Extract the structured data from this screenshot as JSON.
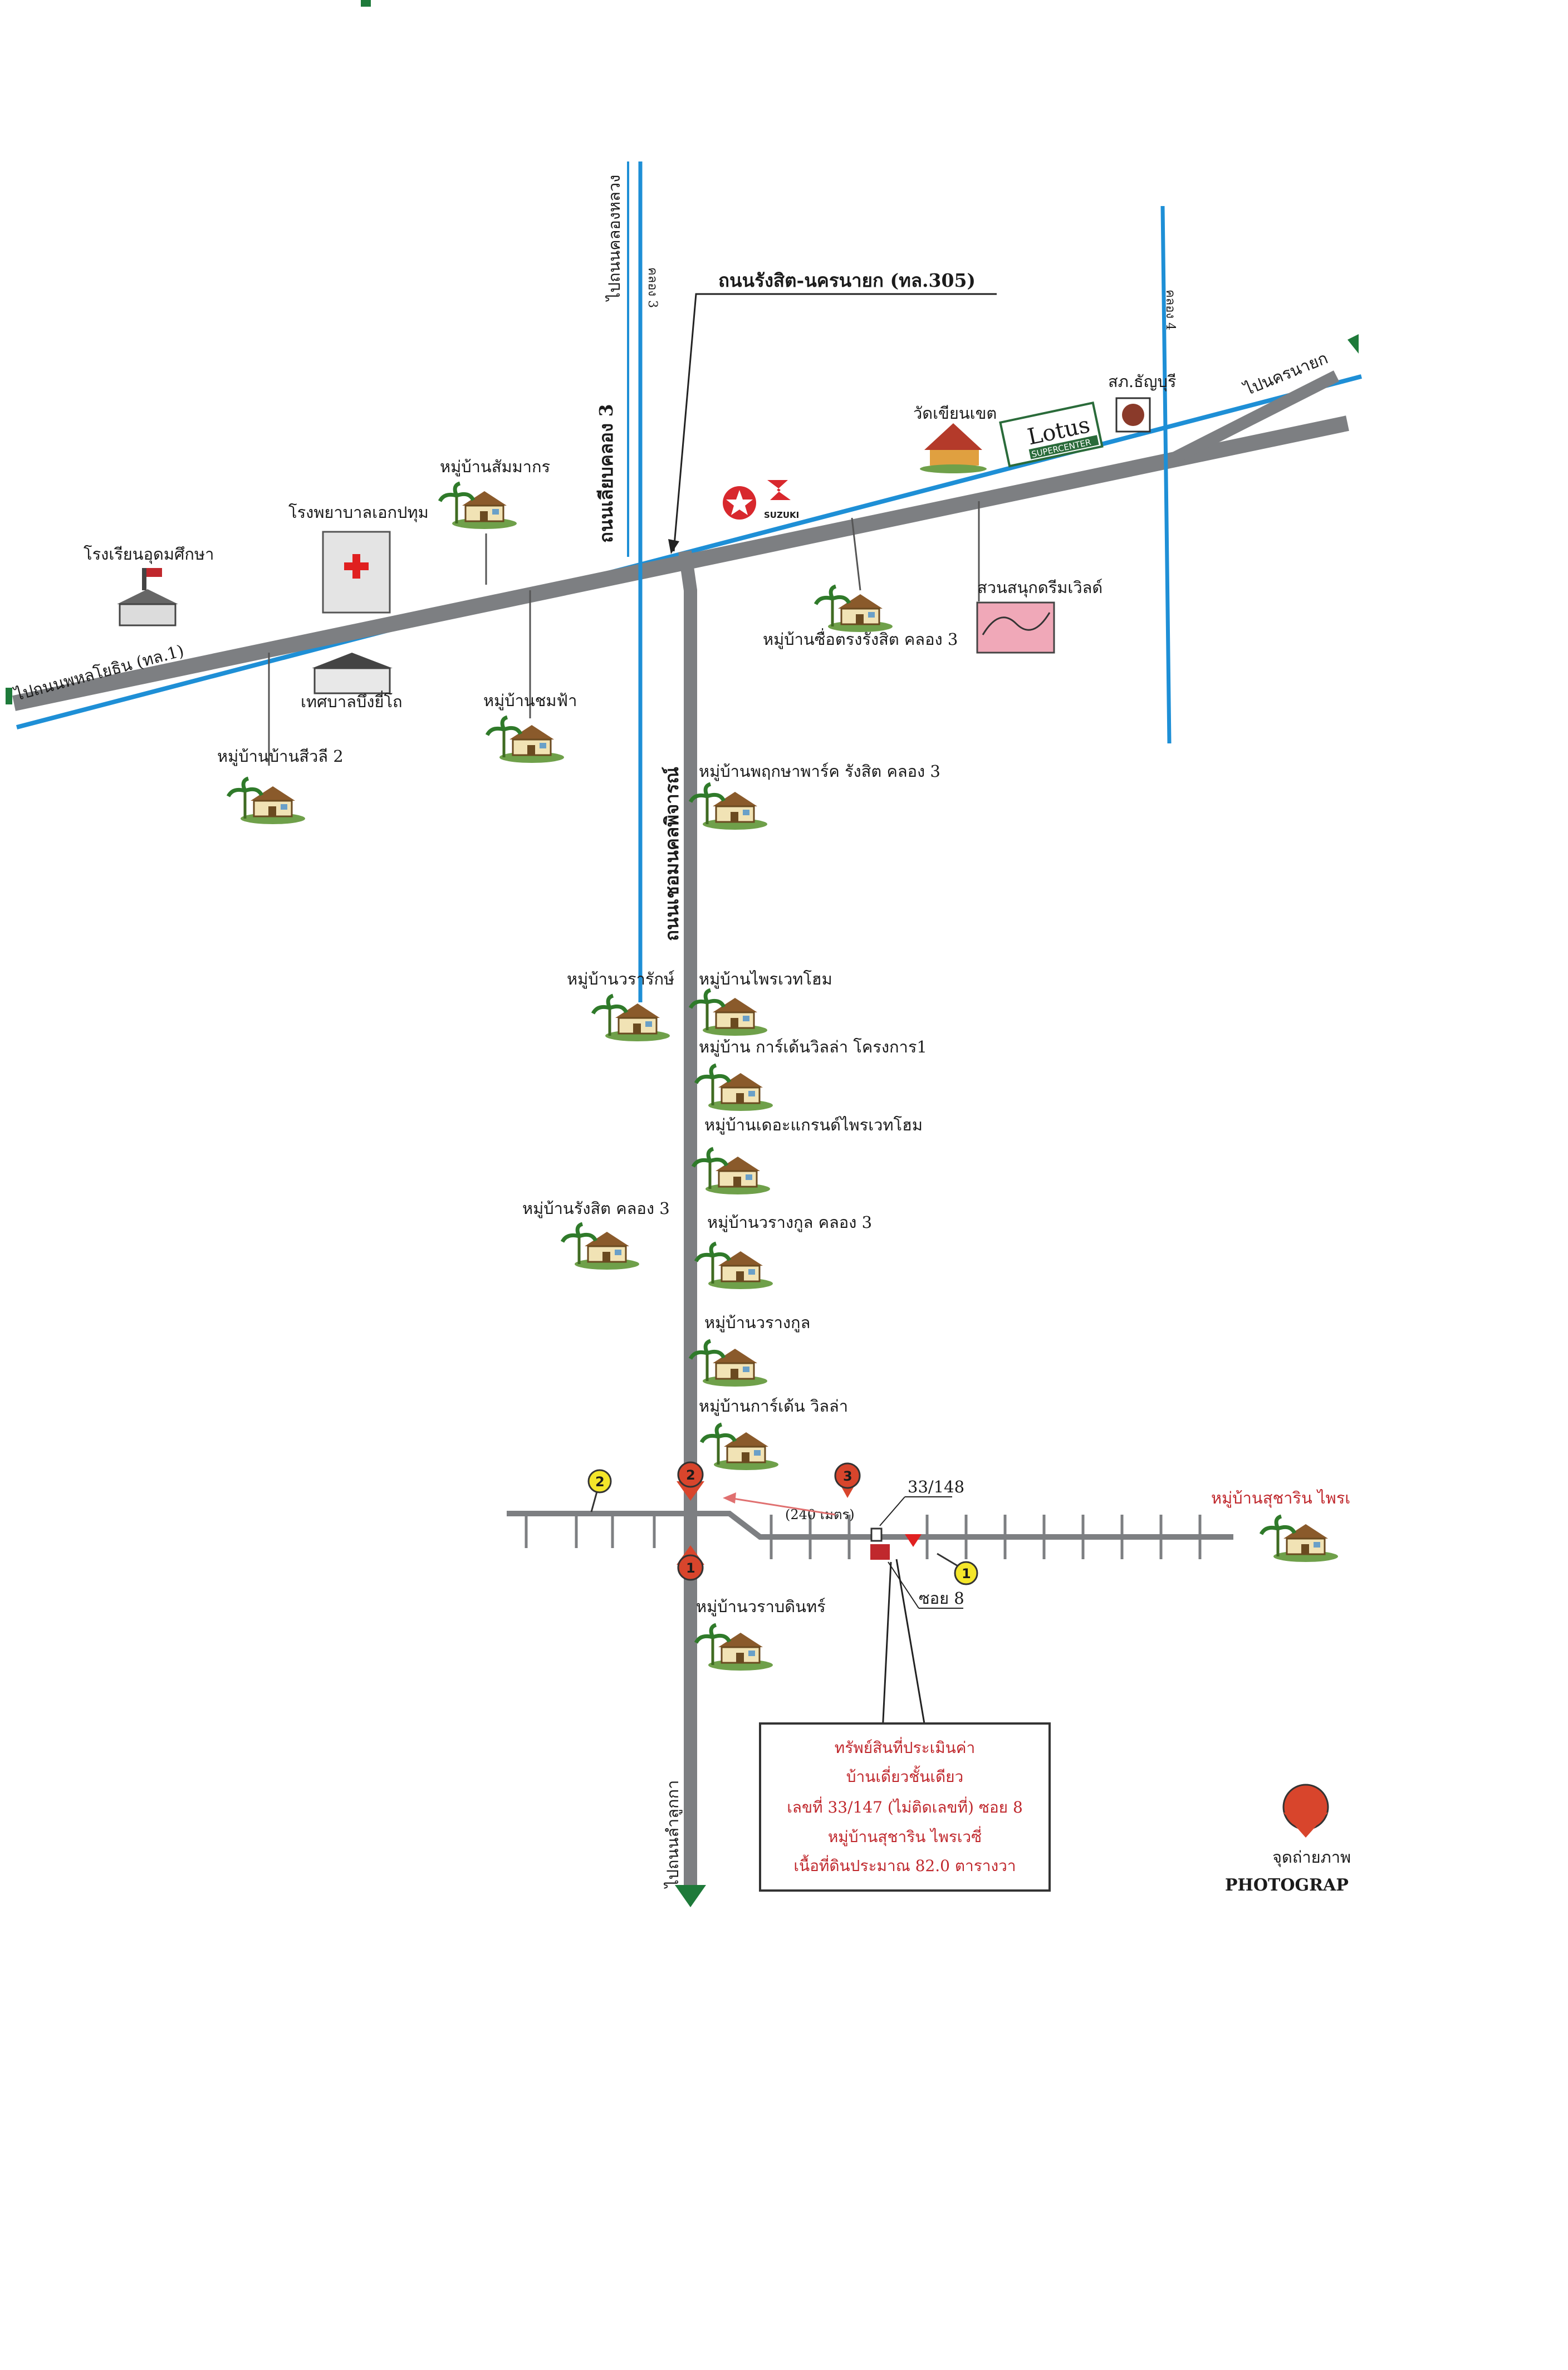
{
  "map": {
    "roads": {
      "main_road_label": "ถนนรังสิต-นครนายก (ทล.305)",
      "to_phahonyothin": "ไปถนนพหลโยธิน (ทล.1)",
      "to_nakhon_nayok": "ไปนครนายก",
      "to_khlong_luang": "ไปถนนคลองหลวง",
      "khlong_road": "ถนนเลียบคลอง 3",
      "khlong_3": "คลอง 3",
      "khlong_4": "คลอง 4",
      "lam_luk_ka_road": "ถนนเชอมนคลพิจารณ์",
      "to_lam_luk_ka": "ไปถนนลำลูกกา",
      "soi_8": "ซอย 8",
      "distance": "(240 เมตร)",
      "house_no": "33/148"
    },
    "places": {
      "school": "โรงเรียนอุดมศึกษา",
      "hospital": "โรงพยาบาลเอกปทุม",
      "municipality": "เทศบาลบึงยี่โถ",
      "sammakorn": "หมู่บ้านสัมมากร",
      "chomfa": "หมู่บ้านชมฟ้า",
      "ban_suan_lee_2": "หมู่บ้านบ้านสีวลี 2",
      "wat_khian_khet": "วัดเขียนเขต",
      "police": "สภ.ธัญบุรี",
      "lotus_brand": "Lotus",
      "lotus_sub": "SUPERCENTER",
      "suzuki": "SUZUKI",
      "sue_trong": "หมู่บ้านซื่อตรงรังสิต คลอง 3",
      "dream_world": "สวนสนุกดรีมเวิลด์",
      "park_green": "หมู่บ้านพฤกษาพาร์ค รังสิต คลอง 3",
      "worarak": "หมู่บ้านวรารักษ์",
      "phrai_wet_home": "หมู่บ้านไพรเวทโฮม",
      "garden_villa_1": "หมู่บ้าน การ์เด้นวิลล่า โครงการ1",
      "grand_privet": "หมู่บ้านเดอะแกรนด์ไพรเวทโฮม",
      "rangsit_k3": "หมู่บ้านรังสิต คลอง 3",
      "warangkun_k3": "หมู่บ้านวรางกูล คลอง 3",
      "warangkun": "หมู่บ้านวรางกูล",
      "garden_villa": "หมู่บ้านการ์เด้น วิลล่า",
      "suchalin": "หมู่บ้านสุชาริน ไพรเ",
      "waraporn": "หมู่บ้านวราบดินทร์"
    },
    "markers": [
      "1",
      "2",
      "3",
      "2",
      "1"
    ],
    "info_box": {
      "line1": "ทรัพย์สินที่ประเมินค่า",
      "line2": "บ้านเดี่ยวชั้นเดียว",
      "line3": "เลขที่ 33/147 (ไม่ติดเลขที่) ซอย 8",
      "line4": "หมู่บ้านสุชาริน ไพรเวซี่",
      "line5": "เนื้อที่ดินประมาณ 82.0 ตารางวา"
    },
    "legend": {
      "label": "จุดถ่ายภาพ",
      "label_en": "PHOTOGRAP"
    },
    "colors": {
      "road": "#7d7f82",
      "canal": "#1e8fd6",
      "marker_red": "#d8452c",
      "marker_yellow": "#f4e62a",
      "property": "#c0282d",
      "arrow_green": "#1e7a3a"
    }
  }
}
